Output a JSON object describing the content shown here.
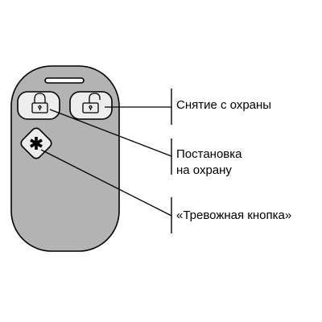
{
  "labels": {
    "disarm": "Снятие с охраны",
    "arm_line1": "Постановка",
    "arm_line2": "на охрану",
    "panic": "«Тревожная кнопка»"
  },
  "icons": {
    "unlock_button": "unlocked-padlock-icon",
    "lock_button": "locked-padlock-icon",
    "panic_button": "asterisk-icon"
  },
  "colors": {
    "fob_body": "#b3b3b3",
    "button_face": "#ededed",
    "outline": "#000000"
  }
}
